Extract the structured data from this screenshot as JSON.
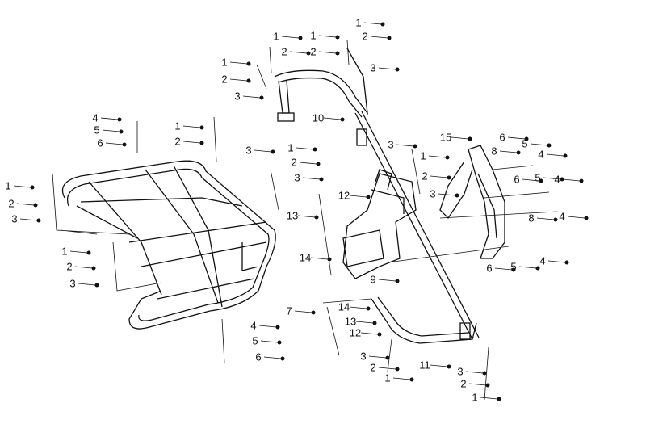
{
  "diagram": {
    "title": "",
    "callouts": [
      "1",
      "1",
      "2",
      "2",
      "3",
      "1",
      "2",
      "1",
      "2",
      "3",
      "10",
      "4",
      "5",
      "6",
      "1",
      "2",
      "3",
      "1",
      "2",
      "3",
      "1",
      "2",
      "3",
      "1",
      "2",
      "3",
      "7",
      "4",
      "5",
      "6",
      "3",
      "1",
      "2",
      "3",
      "12",
      "13",
      "14",
      "9",
      "14",
      "13",
      "12",
      "3",
      "2",
      "1",
      "11",
      "3",
      "2",
      "1",
      "15",
      "8",
      "6",
      "5",
      "4",
      "6",
      "5",
      "4",
      "4",
      "8",
      "4",
      "5",
      "6"
    ]
  }
}
